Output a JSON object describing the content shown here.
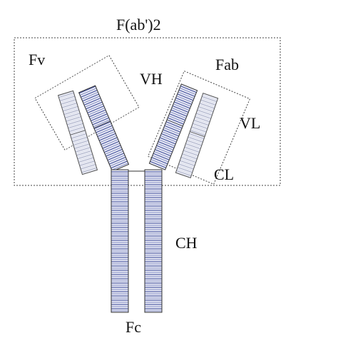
{
  "diagram": {
    "title": "F(ab')2",
    "labels": {
      "fv": "Fv",
      "fab": "Fab",
      "vh": "VH",
      "vl": "VL",
      "cl": "CL",
      "ch": "CH",
      "fc": "Fc"
    }
  },
  "colors": {
    "heavy_chain_stripe": "#1f2f8a",
    "light_chain_stripe": "#8a8fb0",
    "outline": "#333333",
    "dotted_box": "#444444"
  }
}
